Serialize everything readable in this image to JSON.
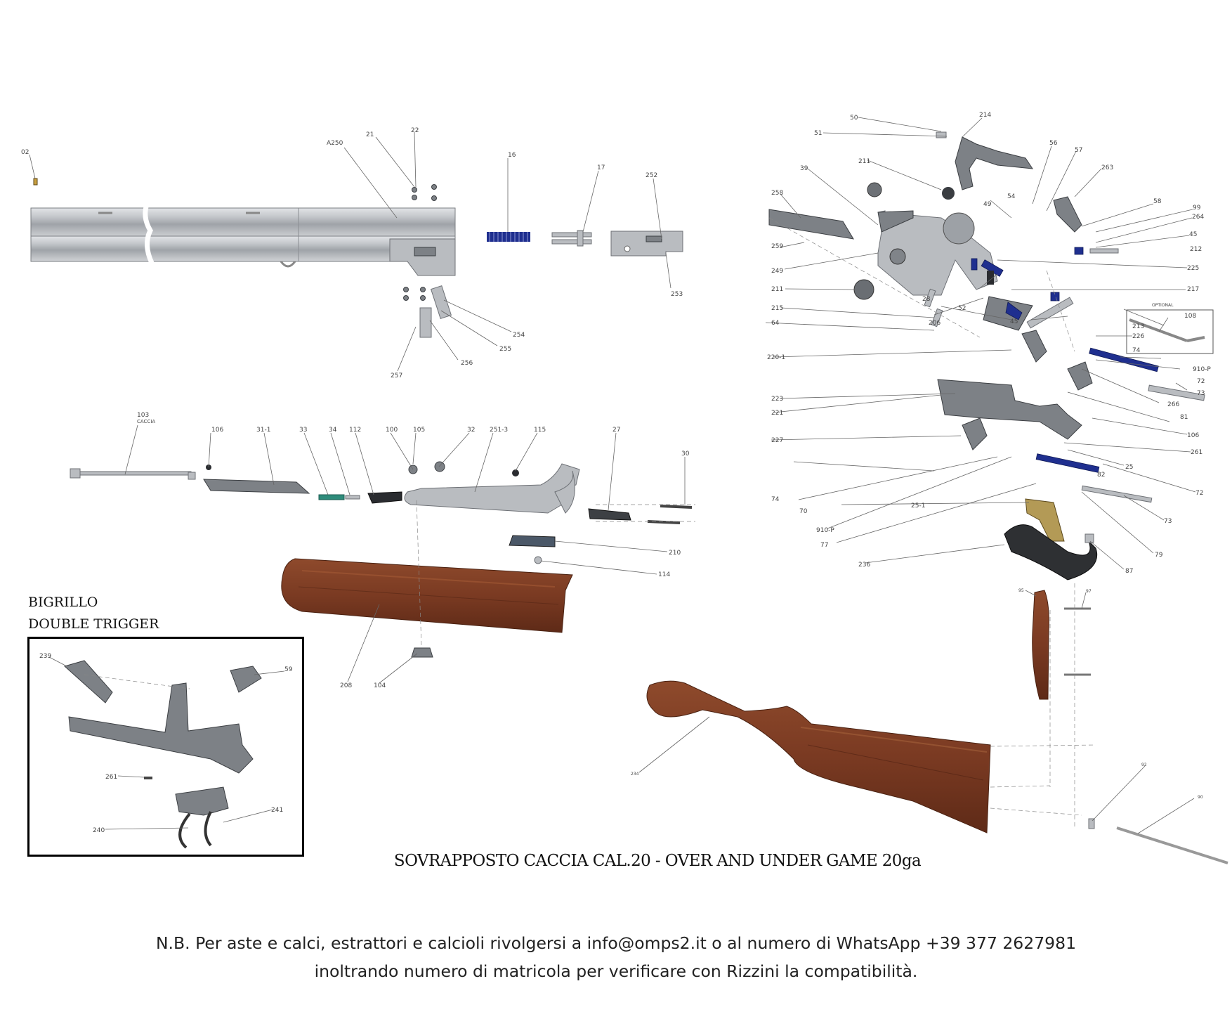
{
  "inset": {
    "title_line1": "BIGRILLO",
    "title_line2": "DOUBLE TRIGGER"
  },
  "main_title": "SOVRAPPOSTO CACCIA CAL.20 - OVER AND UNDER GAME 20ga",
  "note": {
    "line1": "N.B. Per aste e calci, estrattori e calcioli rivolgersi a info@omps2.it o al numero di WhatsApp +39 377 2627981",
    "line2": "inoltrando numero di matricola per verificare con Rizzini la compatibilità."
  },
  "part_labels": {
    "p02": "02",
    "p21": "21",
    "p22": "22",
    "pA250": "A250",
    "p16": "16",
    "p17": "17",
    "p252": "252",
    "p253": "253",
    "p254": "254",
    "p255": "255",
    "p256": "256",
    "p257": "257",
    "p103": "103",
    "p103b": "CACCIA",
    "p106a": "106",
    "p31_1": "31-1",
    "p33": "33",
    "p34": "34",
    "p112": "112",
    "p100": "100",
    "p105": "105",
    "p32": "32",
    "p251_3": "251-3",
    "p115": "115",
    "p27": "27",
    "p30": "30",
    "p210": "210",
    "p114": "114",
    "p208": "208",
    "p104": "104",
    "p239": "239",
    "p59": "59",
    "p261a": "261",
    "p240": "240",
    "p241": "241",
    "p50": "50",
    "p51": "51",
    "p214": "214",
    "p39": "39",
    "p211a": "211",
    "p56": "56",
    "p57": "57",
    "p263": "263",
    "p258": "258",
    "p49": "49",
    "p54": "54",
    "p58": "58",
    "p99": "99",
    "p264": "264",
    "p259": "259",
    "p45a": "45",
    "p212": "212",
    "p249": "249",
    "p225": "225",
    "p211b": "211",
    "p217": "217",
    "p28": "28",
    "p215": "215",
    "p52": "52",
    "p45b": "45",
    "p206": "206",
    "p64": "64",
    "p213": "213",
    "p226": "226",
    "p74a": "74",
    "p220_1": "220-1",
    "p910a": "910-P",
    "p72a": "72",
    "p73a": "73",
    "p223": "223",
    "p266": "266",
    "p221": "221",
    "p81": "81",
    "p106b": "106",
    "p227": "227",
    "p261b": "261",
    "p25": "25",
    "p82": "82",
    "p74b": "74",
    "p70": "70",
    "p72b": "72",
    "p25_1": "25-1",
    "p910b": "910-P",
    "p73b": "73",
    "p77": "77",
    "p79": "79",
    "p236": "236",
    "p87": "87",
    "p108": "108",
    "optional": "OPTIONAL",
    "p95": "95",
    "p97": "97",
    "p234": "234",
    "p92": "92",
    "p90": "90"
  }
}
